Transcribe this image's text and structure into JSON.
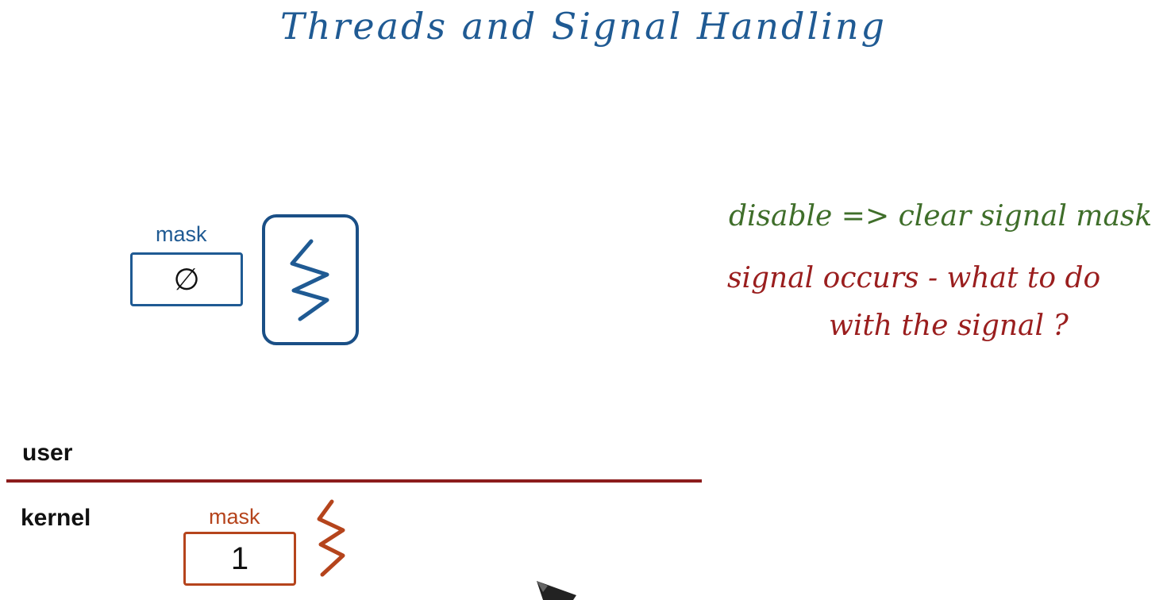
{
  "title": "Threads and Signal Handling",
  "user_level": {
    "mask_label": "mask",
    "mask_value": "∅",
    "thread_icon": "squiggle-thread-icon"
  },
  "kernel_level": {
    "mask_label": "mask",
    "mask_value": "1",
    "thread_icon": "squiggle-thread-icon"
  },
  "levels": {
    "user": "user",
    "kernel": "kernel"
  },
  "notes": {
    "green": "disable => clear signal mask",
    "red_line1": "signal occurs - what to do",
    "red_line2": "with the signal ?"
  },
  "colors": {
    "user_blue": "#1f5a93",
    "kernel_orange": "#b5441c",
    "divider_red": "#8c1d1d",
    "note_green": "#3f6e2a",
    "note_red": "#9a1e1e"
  }
}
